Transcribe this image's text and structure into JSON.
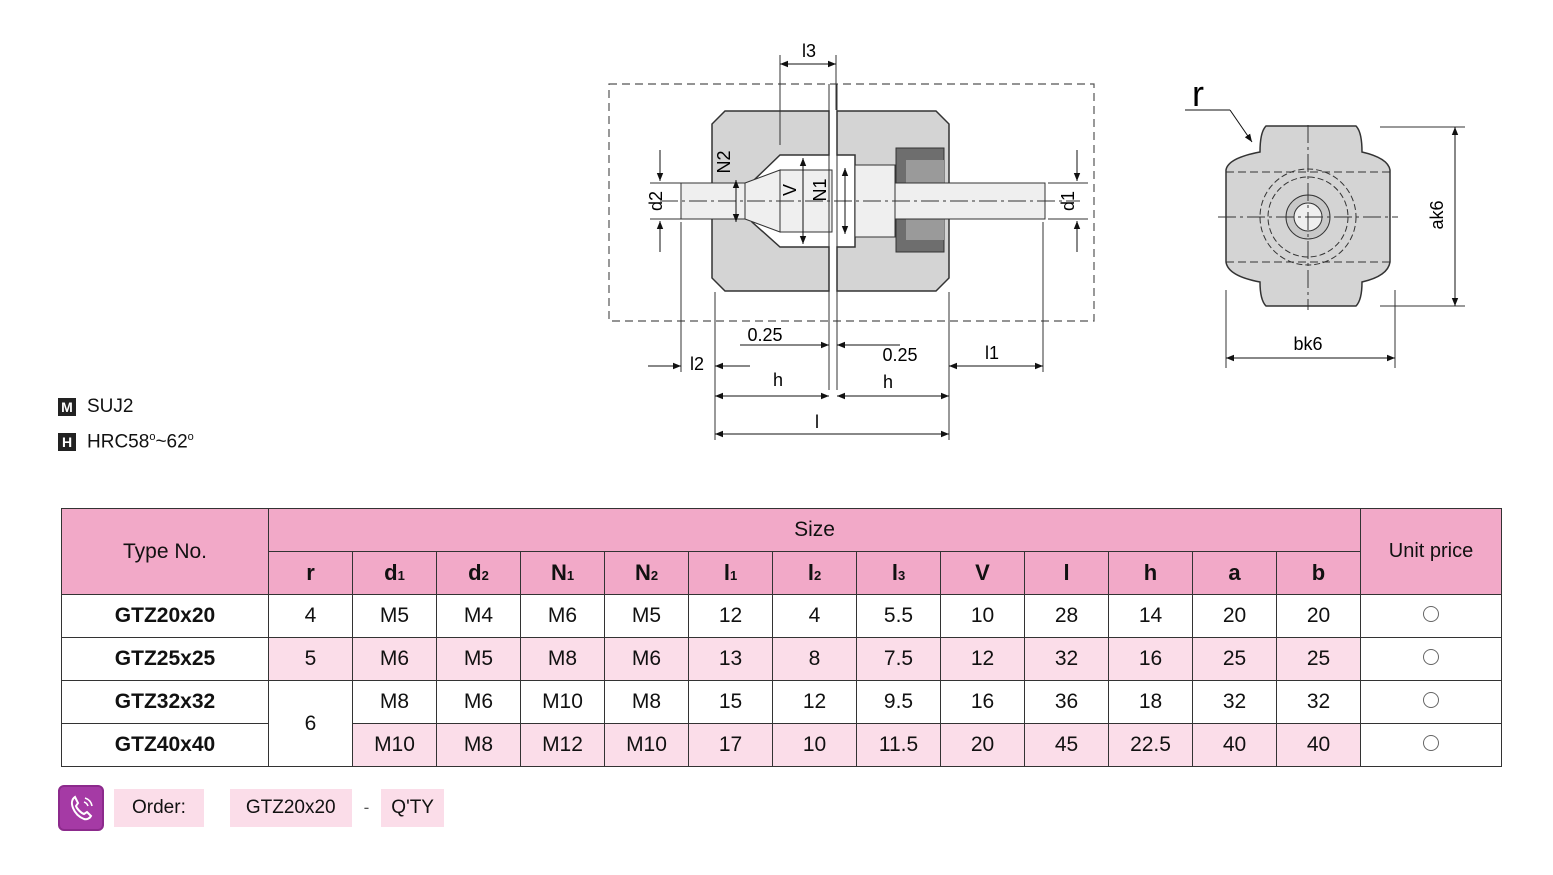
{
  "drawing": {
    "dim_labels": [
      "l3",
      "N2",
      "d2",
      "V",
      "N1",
      "d1",
      "0.25",
      "0.25",
      "l2",
      "h",
      "h",
      "l1",
      "l",
      "r",
      "ak6",
      "bk6"
    ]
  },
  "legend": {
    "material_badge": "M",
    "material": "SUJ2",
    "hardness_badge": "H",
    "hardness_a": "HRC58",
    "hardness_deg1": "o",
    "hardness_b": "~62",
    "hardness_deg2": "o"
  },
  "table": {
    "type_header": "Type No.",
    "size_header": "Size",
    "price_header": "Unit price",
    "columns": [
      {
        "main": "r",
        "sub": ""
      },
      {
        "main": "d",
        "sub": "1"
      },
      {
        "main": "d",
        "sub": "2"
      },
      {
        "main": "N",
        "sub": "1"
      },
      {
        "main": "N",
        "sub": "2"
      },
      {
        "main": "l",
        "sub": "1"
      },
      {
        "main": "l",
        "sub": "2"
      },
      {
        "main": "l",
        "sub": "3"
      },
      {
        "main": "V",
        "sub": ""
      },
      {
        "main": "l",
        "sub": ""
      },
      {
        "main": "h",
        "sub": ""
      },
      {
        "main": "a",
        "sub": ""
      },
      {
        "main": "b",
        "sub": ""
      }
    ],
    "rows": [
      {
        "type": "GTZ20x20",
        "r": "4",
        "values": [
          "M5",
          "M4",
          "M6",
          "M5",
          "12",
          "4",
          "5.5",
          "10",
          "28",
          "14",
          "20",
          "20"
        ]
      },
      {
        "type": "GTZ25x25",
        "r": "5",
        "values": [
          "M6",
          "M5",
          "M8",
          "M6",
          "13",
          "8",
          "7.5",
          "12",
          "32",
          "16",
          "25",
          "25"
        ]
      },
      {
        "type": "GTZ32x32",
        "r": "6",
        "values": [
          "M8",
          "M6",
          "M10",
          "M8",
          "15",
          "12",
          "9.5",
          "16",
          "36",
          "18",
          "32",
          "32"
        ]
      },
      {
        "type": "GTZ40x40",
        "r": "",
        "values": [
          "M10",
          "M8",
          "M12",
          "M10",
          "17",
          "10",
          "11.5",
          "20",
          "45",
          "22.5",
          "40",
          "40"
        ]
      }
    ]
  },
  "order": {
    "label": "Order:",
    "example": "GTZ20x20",
    "dash": "-",
    "qty": "Q'TY"
  }
}
